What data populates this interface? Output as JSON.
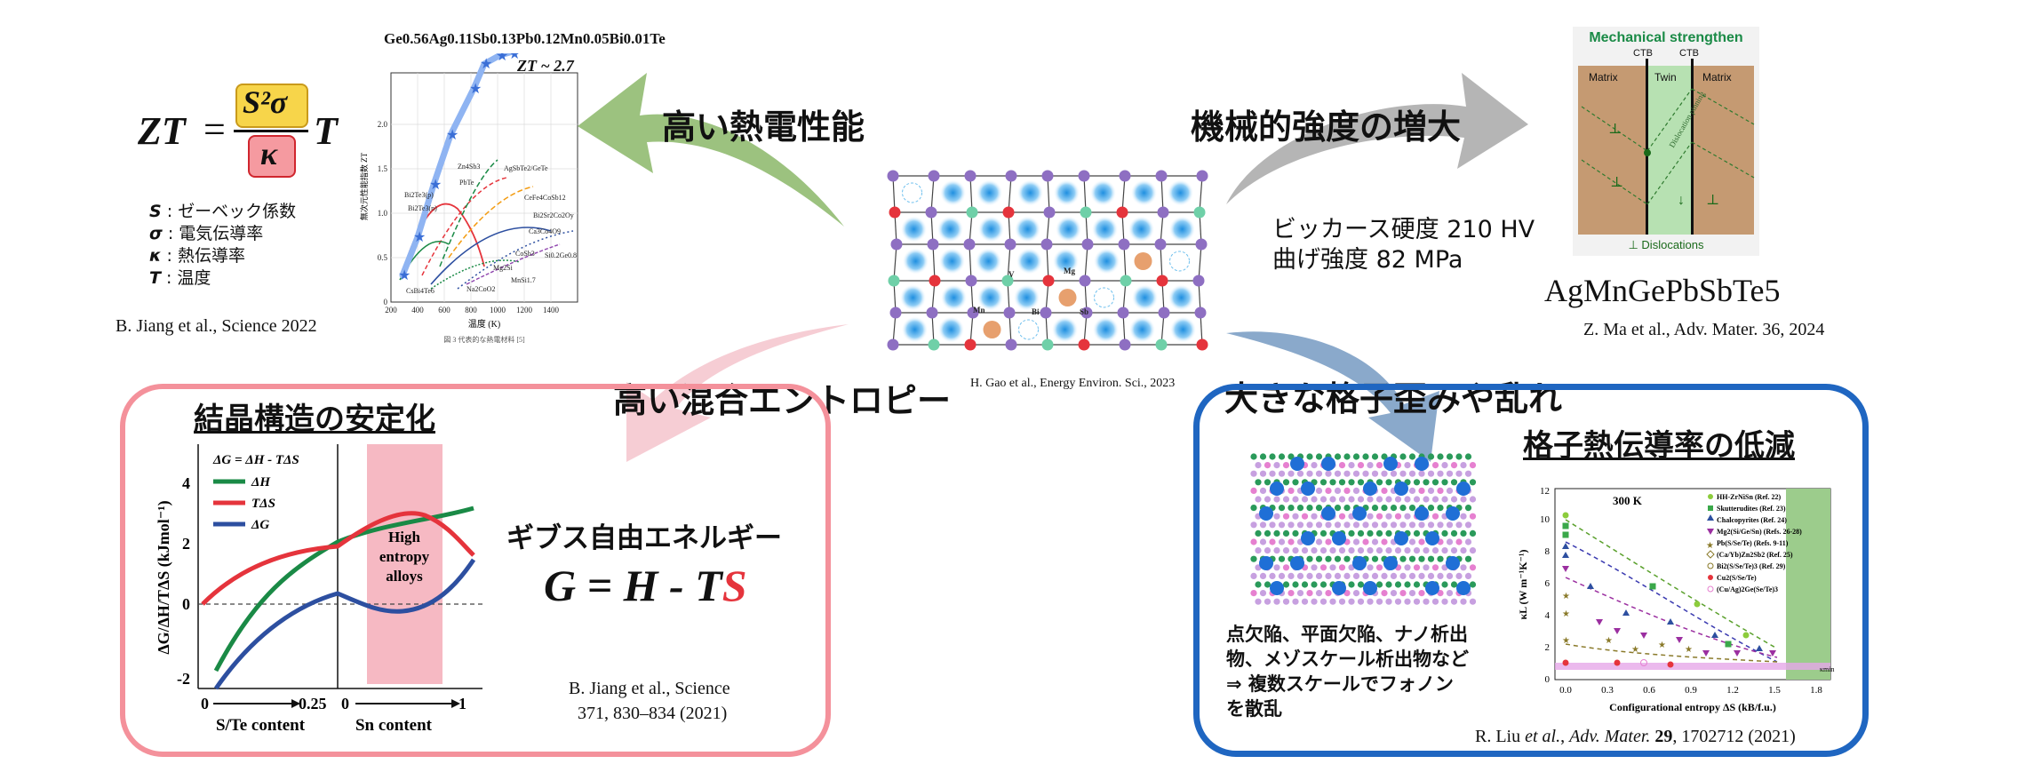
{
  "zt": {
    "lhs": "ZT",
    "equals": "=",
    "numerator": "S²σ",
    "denominator": "κ",
    "t": "T",
    "colors": {
      "num_box": "#f7d54a",
      "den_box": "#e8474f"
    },
    "legend": [
      {
        "sym": "S",
        "text": ": ゼーベック係数"
      },
      {
        "sym": "σ",
        "text": ": 電気伝導率"
      },
      {
        "sym": "κ",
        "text": ": 熱伝導率"
      },
      {
        "sym": "T",
        "text": ": 温度"
      }
    ],
    "citation": "B. Jiang et al., Science 2022"
  },
  "top_chart": {
    "title": "Ge0.56Ag0.11Sb0.13Pb0.12Mn0.05Bi0.01Te",
    "zt_label": "ZT ~ 2.7",
    "xlabel": "温度 (K)",
    "ylabel": "無次元性能指数 ZT",
    "caption": "図 3 代表的な熱電材料 [5]",
    "xticks": [
      "200",
      "400",
      "600",
      "800",
      "1000",
      "1200",
      "1400"
    ],
    "yticks": [
      "0",
      "0.5",
      "1.0",
      "1.5",
      "2.0"
    ],
    "materials": [
      "Zn4Sb3",
      "AgSbTe2/GeTe",
      "PbTe",
      "CeFe4CoSb12",
      "Bi2Te3(p)",
      "Bi2Sr2Co2Oy",
      "Bi2Te3(n)",
      "Ca3Co4O9",
      "CoSb3",
      "Si0.2Ge0.8",
      "Mg2Si",
      "CsBi4Te6",
      "Na2CoO2",
      "MnSi1.7"
    ]
  },
  "arrows": {
    "high_te": "高い熱電性能",
    "mech": "機械的強度の増大",
    "entropy": "高い混合エントロピー",
    "lattice": "大きな格子歪みや乱れ",
    "colors": {
      "green": "#9cc27f",
      "gray": "#b5b5b5",
      "pink": "#f6b9c3",
      "blue": "#8aa9cb"
    }
  },
  "center": {
    "citation": "H. Gao et al., Energy Environ. Sci., 2023",
    "labels": [
      "V",
      "Mg",
      "Mn",
      "Bi",
      "Sb"
    ]
  },
  "mech_panel": {
    "title": "Mechanical strengthen",
    "ctb1": "CTB",
    "ctb2": "CTB",
    "matrix_left": "Matrix",
    "twin": "Twin",
    "matrix_right": "Matrix",
    "pinning": "Dislocation pinning",
    "dislocations": "⊥ Dislocations",
    "hardness": "ビッカース硬度 210 HV",
    "bending": "曲げ強度 82 MPa",
    "formula": "AgMnGePbSbTe5",
    "citation": "Z. Ma et al., Adv. Mater. 36, 2024"
  },
  "stab_panel": {
    "title": "結晶構造の安定化",
    "gibbs_label": "ギブス自由エネルギー",
    "eq_g": "G",
    "eq_mid": " = H - T",
    "eq_s": "S",
    "citation_line1": "B. Jiang et al., Science",
    "citation_line2": "371, 830–834 (2021)",
    "chart": {
      "equation": "ΔG = ΔH - TΔS",
      "legend": [
        "ΔH",
        "TΔS",
        "ΔG"
      ],
      "ylabel": "ΔG/ΔH/TΔS (kJmol⁻¹)",
      "yticks": [
        "-2",
        "0",
        "2",
        "4"
      ],
      "x0": "0",
      "x025": "0.25",
      "x0b": "0",
      "x1": "1",
      "xlabel_left": "S/Te content",
      "xlabel_right": "Sn content",
      "hea_label": "High entropy alloys",
      "colors": {
        "dH": "#1a8a46",
        "TdS": "#e5343c",
        "dG": "#2d4fa0",
        "band": "#f6b9c3"
      }
    }
  },
  "lat_panel": {
    "title": "格子熱伝導率の低減",
    "desc_line1": "点欠陥、平面欠陥、ナノ析出",
    "desc_line2": "物、メゾスケール析出物など",
    "desc_line3": "⇒  複数スケールでフォノン",
    "desc_line4": "を散乱",
    "citation_pre": "R. Liu ",
    "citation_et": "et al.",
    "citation_mid": ", ",
    "citation_journal": "Adv. Mater.",
    "citation_vol": " 29",
    "citation_post": ", 1702712 (2021)",
    "chart": {
      "temp": "300 K",
      "ylabel": "κL (W m⁻¹K⁻¹)",
      "xlabel": "Configurational entropy ΔS (kB/f.u.)",
      "xticks": [
        "0.0",
        "0.3",
        "0.6",
        "0.9",
        "1.2",
        "1.5",
        "1.8"
      ],
      "yticks": [
        "0",
        "2",
        "4",
        "6",
        "8",
        "10",
        "12"
      ],
      "kmin": "κmin",
      "legend": [
        "HH-ZrNiSn (Ref. 22)",
        "Skutterudites (Ref. 23)",
        "Chalcopyrites (Ref. 24)",
        "Mg2(Si/Ge/Sn) (Refs. 26-28)",
        "Pb(S/Se/Te) (Refs. 9-11)",
        "(Ca/Yb)Zn2Sb2 (Ref. 25)",
        "Bi2(S/Se/Te)3 (Ref. 29)",
        "Cu2(S/Se/Te)",
        "(Cu/Ag)2Ge(Se/Te)3"
      ]
    }
  }
}
